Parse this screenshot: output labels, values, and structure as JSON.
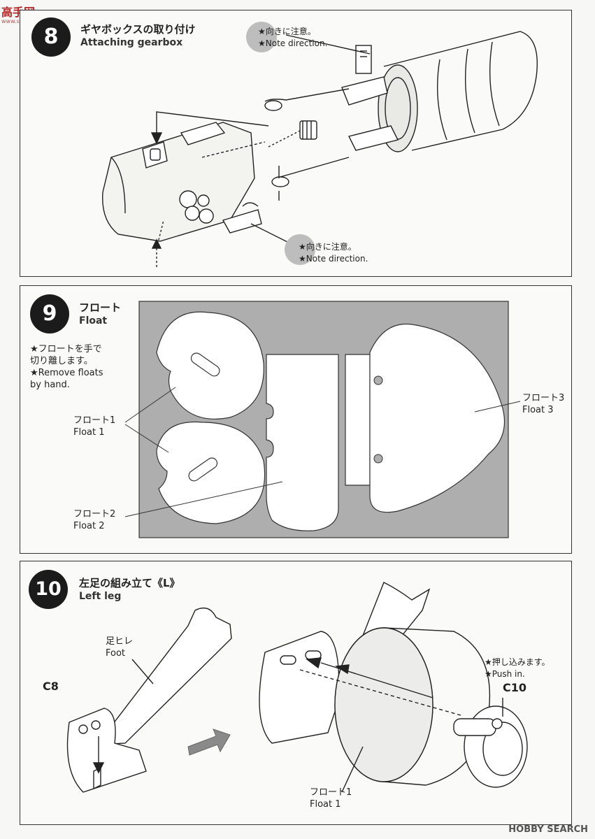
{
  "watermark": {
    "top_left": "高手网",
    "top_left_sub": "www.shou.cc",
    "bottom_right": "HOBBY SEARCH"
  },
  "step8": {
    "number": "8",
    "title_jp": "ギヤボックスの取り付け",
    "title_en": "Attaching gearbox",
    "note1_jp": "★向きに注意。",
    "note1_en": "★Note direction.",
    "note2_jp": "★向きに注意。",
    "note2_en": "★Note direction."
  },
  "step9": {
    "number": "9",
    "title_jp": "フロート",
    "title_en": "Float",
    "note_jp_1": "★フロートを手で",
    "note_jp_2": "切り離します。",
    "note_en_1": "★Remove floats",
    "note_en_2": "by hand.",
    "float1_jp": "フロート1",
    "float1_en": "Float 1",
    "float2_jp": "フロート2",
    "float2_en": "Float 2",
    "float3_jp": "フロート3",
    "float3_en": "Float 3"
  },
  "step10": {
    "number": "10",
    "title_jp": "左足の組み立て《L》",
    "title_en": "Left leg",
    "foot_jp": "足ヒレ",
    "foot_en": "Foot",
    "part_c8": "C8",
    "part_c10": "C10",
    "push_jp": "★押し込みます。",
    "push_en": "★Push in.",
    "float_jp": "フロート1",
    "float_en": "Float 1"
  }
}
